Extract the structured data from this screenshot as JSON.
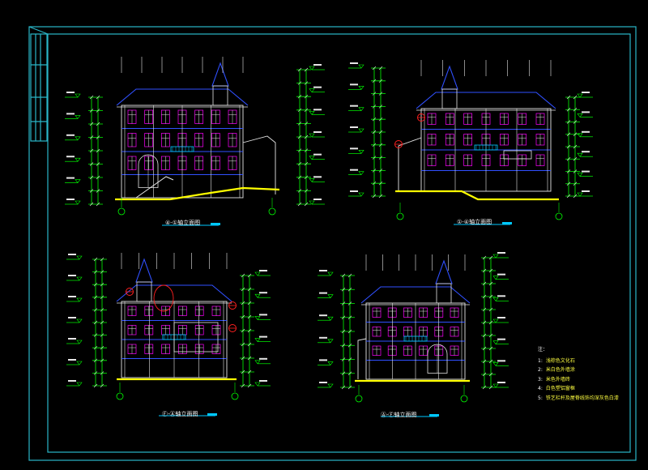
{
  "drawing": {
    "elevations": [
      {
        "id": "front",
        "title": "④-①轴立面图"
      },
      {
        "id": "rear",
        "title": "①-④轴立面图"
      },
      {
        "id": "side-a",
        "title": "Ⓕ-Ⓐ轴立面图"
      },
      {
        "id": "side-b",
        "title": "Ⓐ-Ⓕ轴立面图"
      }
    ],
    "notes": {
      "header": "注：",
      "items": [
        {
          "num": "1:",
          "text": "浅棕色文化石"
        },
        {
          "num": "2:",
          "text": "米白色外墙涂"
        },
        {
          "num": "3:",
          "text": "米色外墙砖"
        },
        {
          "num": "4:",
          "text": "白色塑铝窗框"
        },
        {
          "num": "5:",
          "text": "铁艺栏杆及屋脊线饰均深灰色白漆"
        }
      ]
    },
    "elevation_marks": [
      "0.000",
      "-1.200",
      "3.600",
      "6.600",
      "9.600",
      "12.800",
      "15.300"
    ],
    "colors": {
      "frame": "#2ab6c8",
      "wall": "#e6e6e6",
      "window": "#ff00ff",
      "dimension": "#00ff00",
      "roof": "#3050ff",
      "ground": "#ffff00",
      "detail": "#00c8ff",
      "marker": "#ff2020"
    }
  }
}
